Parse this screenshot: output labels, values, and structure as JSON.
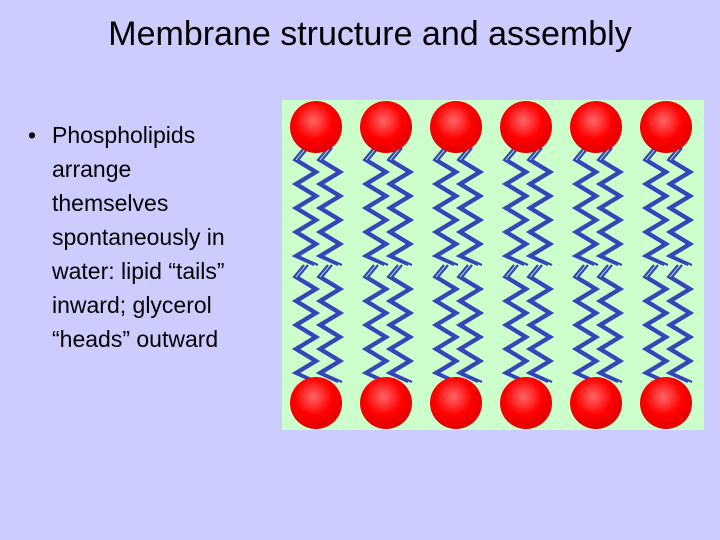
{
  "slide": {
    "title": "Membrane structure and assembly",
    "bullet_mark": "•",
    "bullets": [
      "Phospholipids\narrange\nthemselves\nspontaneously in\nwater: lipid “tails”\ninward; glycerol\n“heads” outward"
    ]
  },
  "figure": {
    "columns": 6,
    "head_color": "#ff0000",
    "head_highlight": "#ff6666",
    "tail_color": "#3344bb",
    "background_color": "#ccffcc"
  }
}
